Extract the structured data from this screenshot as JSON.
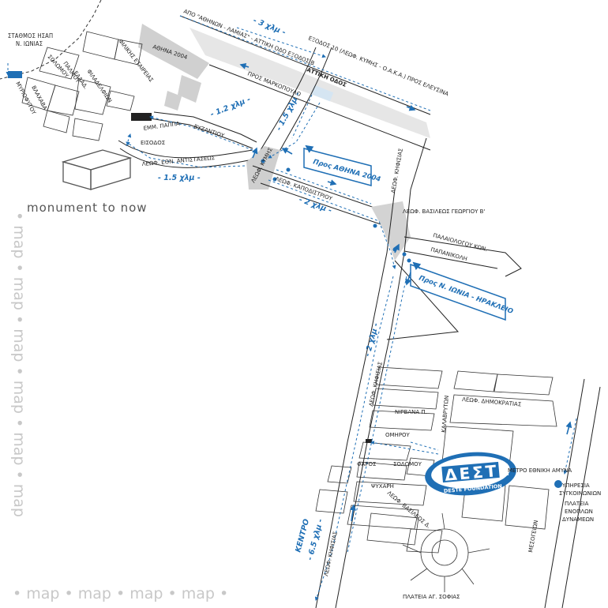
{
  "brand": {
    "tagline": "monument to now"
  },
  "side_text": {
    "vertical": "• map • map • map • map • map • map",
    "horizontal": "• map • map • map • map •"
  },
  "logo": {
    "name": "ΔΕΣΤΕ",
    "sub": "DESTE FOUNDATION",
    "color": "#1f6fb5"
  },
  "colors": {
    "route": "#1f6fb5",
    "road": "#222222",
    "avenue_fill": "#cccccc"
  },
  "labels": {
    "station": [
      "ΣΤΑΘΜΟΣ ΗΣΑΠ",
      "Ν. ΙΩΝΙΑΣ"
    ],
    "athina2004_top": "ΑΘΗΝΑ 2004",
    "fillikis": "ΦΙΛΙΚΗΣ ΕΤΑΙΡΕΙΑΣ",
    "solomou_top": "ΣΟΛΩΜΟΥ",
    "palmou": "ΠΑΛΜΟΥ",
    "elladas": "ΕΛΛΑΔ.",
    "filadelfion": "ΦΙΛΑΔΕΛΦΙΩΝ",
    "vlachava": "ΒΛΑΧΑΒΑ",
    "myriofytou": "ΜΥΡΙΟΦΥΤΟΥ",
    "emm_papa": "ΕΜΜ. ΠΑΠΠΑ",
    "eisodos": "ΕΙΣΟΔΟΣ",
    "vyzantiou": "ΒΥΖΑΝΤΙΟΥ",
    "antistaseos": "ΛΕΩΦ. ΕΘΝ. ΑΝΤΙΣΤΑΣΕΩΣ",
    "apo_athinon": "ΑΠΟ \"ΑΘΗΝΩΝ - ΛΑΜΙΑΣ\" - ΑΤΤΙΚΗ ΟΔΟ ΕΞΟΔΟΣ Β",
    "exodos10": "ΕΞΟΔΟΣ 10 (ΛΕΩΦ. ΚΥΜΗΣ - Ο.Α.Κ.Α.) ΠΡΟΣ ΕΛΕΥΣΙΝΑ",
    "attiki_odos": "ΑΤΤΙΚΗ ΟΔΟΣ",
    "pros_markopoulo": "ΠΡΟΣ ΜΑΡΚΟΠΟΥΛΟ",
    "lef_kymis": "ΛΕΩΦ. ΚΥΜΗΣ",
    "kapodistriou": "ΛΕΩΦ. ΚΑΠΟΔΙΣΤΡΙΟΥ",
    "kifisias_top": "ΛΕΩΦ. ΚΗΦΙΣΙΑΣ",
    "vas_georgiou": "ΛΕΩΦ. ΒΑΣΙΛΕΩΣ ΓΕΩΡΓΙΟΥ Β'",
    "palaiologou": "ΠΑΛΑΙΟΛΟΓΟΥ ΚΩΝ.",
    "papanikoli": "ΠΑΠΑΝΙΚΟΛΗ",
    "kifisias_mid": "ΛΕΩΦ. ΚΗΦΙΣΙΑΣ",
    "kalavrygon": "ΚΑΛΑΒΡΥΤΩΝ",
    "dimokratias": "ΛΕΩΦ. ΔΗΜΟΚΡΑΤΙΑΣ",
    "nirvana": "ΝΙΡΒΑΝΑ Π.",
    "omirou": "ΟΜΗΡΟΥ",
    "faros": "ΦΑΡΟΣ",
    "solomou": "ΣΟΛΩΜΟΥ",
    "psychari": "ΨΥΧΑΡΗ",
    "vasileos": "ΛΕΩΦ. ΒΑΣΙΛΕΩΣ Δ.",
    "kifisias_bot": "ΛΕΩΦ. ΚΗΦΙΣΙΑΣ",
    "plateia": "ΠΛΑΤΕΙΑ ΑΓ. ΣΟΦΙΑΣ",
    "mesogeion": "ΜΕΣΟΓΕΙΩΝ",
    "metro": "ΜΕΤΡΟ ΕΘΝΙΚΗ ΑΜΥΝΑ",
    "ypiresia": [
      "ΥΠΗΡΕΣΙΑ",
      "ΣΥΓΚΟΙΝΩΝΙΩΝ"
    ],
    "plateia_enoplon": [
      "ΠΛΑΤΕΙΑ",
      "ΕΝΟΠΛΩΝ",
      "ΔΥΝΑΜΕΩΝ"
    ]
  },
  "distances": {
    "d3": "- 3 χλμ -",
    "d12": "- 1.2 χλμ -",
    "d15a": "- 1.5 χλμ -",
    "d15b": "- 1.5 χλμ -",
    "d2a": "- 2 χλμ -",
    "d2b": "- 2 χλμ -",
    "kentro": "ΚΕΝΤΡΟ",
    "d65": "- 6.5 χλμ -"
  },
  "signs": {
    "athina2004": "Προς ΑΘΗΝΑ 2004",
    "ionia": "Προς Ν. ΙΩΝΙΑ - ΗΡΑΚΛΕΙΟ"
  }
}
